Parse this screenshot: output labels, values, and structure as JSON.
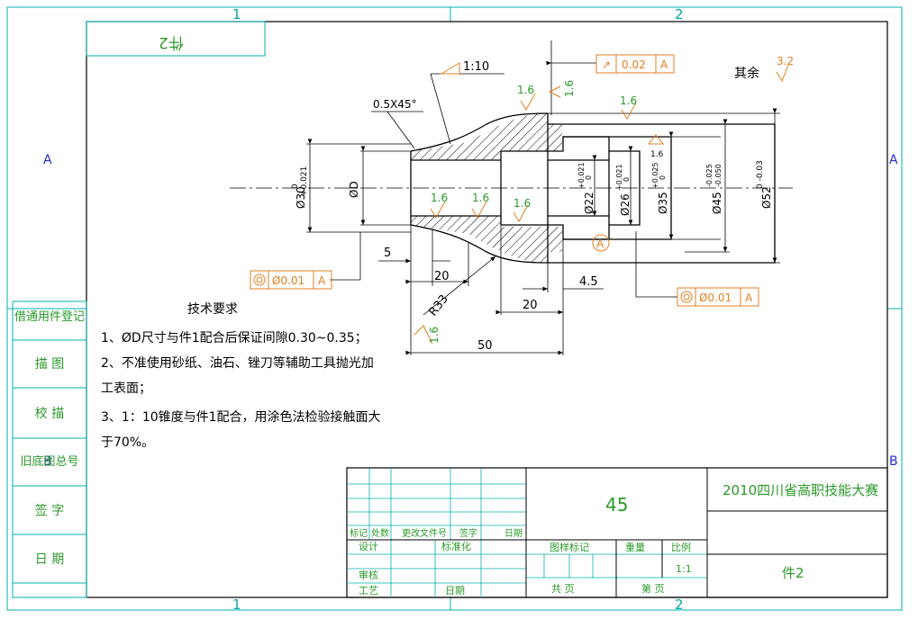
{
  "frame": {
    "zone_top_1": "1",
    "zone_top_2": "2",
    "zone_bottom_1": "1",
    "zone_bottom_2": "2",
    "zone_left_a": "A",
    "zone_left_b": "B",
    "zone_right_a": "A",
    "zone_right_b": "B"
  },
  "corner_label": "件2",
  "side_table": {
    "rows": [
      "借通用件登记",
      "描 图",
      "校 描",
      "旧底图总号",
      "签 字",
      "日 期"
    ]
  },
  "drawing": {
    "taper": "1:10",
    "chamfer": "0.5X45°",
    "roughness_labels": [
      "1.6",
      "1.6",
      "1.6",
      "1.6",
      "1.6",
      "1.6",
      "1.6",
      "1.6"
    ],
    "runout_symbol": "↗",
    "runout_value": "0.02",
    "runout_datum": "A",
    "rest_text": "其余",
    "rest_roughness": "3.2",
    "dim_d30": "Ø30",
    "dim_d30_tol_up": "0",
    "dim_d30_tol_low": "+0.021",
    "dim_D": "ØD",
    "dim_d22": "Ø22",
    "dim_d22_tol_up": "+0.021",
    "dim_d22_tol_low": "0",
    "dim_d26": "Ø26",
    "dim_d26_tol_up": "+0.021",
    "dim_d26_tol_low": "0",
    "dim_d35": "Ø35",
    "dim_d35_tol_up": "+0.025",
    "dim_d35_tol_low": "0",
    "dim_d45": "Ø45",
    "dim_d45_tol_up": "-0.025",
    "dim_d45_tol_low": "-0.050",
    "dim_d52": "Ø52",
    "dim_d52_tol": "0 -0.03",
    "datum_a": "A",
    "len_5": "5",
    "len_20a": "20",
    "len_r33": "R33",
    "len_4_5": "4.5",
    "len_20b": "20",
    "len_50": "50",
    "conc1_value": "Ø0.01",
    "conc1_datum": "A",
    "conc2_value": "Ø0.01",
    "conc2_datum": "A"
  },
  "notes": {
    "title": "技术要求",
    "lines": [
      "1、ØD尺寸与件1配合后保证间隙0.30~0.35；",
      "2、不准使用砂纸、油石、锉刀等辅助工具抛光加",
      "工表面；",
      "3、1：10锥度与件1配合，用涂色法检验接触面大",
      "于70%。"
    ]
  },
  "title_block": {
    "header_labels": [
      "标记",
      "处数",
      "更改文件号",
      "签字",
      "日期"
    ],
    "design": "设计",
    "standard": "标准化",
    "review": "审核",
    "process": "工艺",
    "date": "日期",
    "drawing_mark": "图样标记",
    "weight": "重量",
    "scale": "比例",
    "scale_value": "1:1",
    "total_sheets": "共  页",
    "sheet_no": "第  页",
    "material": "45",
    "competition": "2010四川省高职技能大赛",
    "part_name": "件2"
  }
}
